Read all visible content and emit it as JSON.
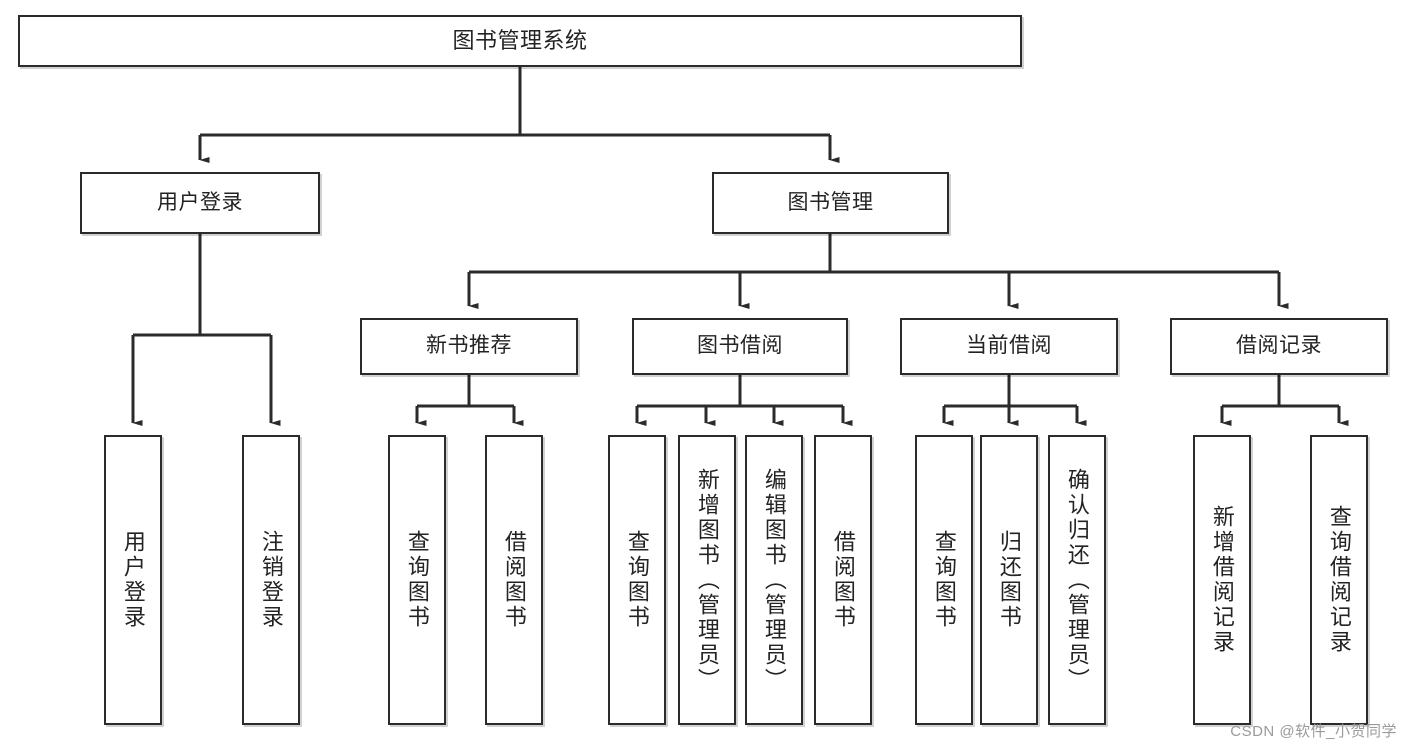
{
  "diagram": {
    "title": "图书管理系统",
    "root": {
      "label": "图书管理系统"
    },
    "level1": [
      {
        "label": "用户登录"
      },
      {
        "label": "图书管理"
      }
    ],
    "level2": [
      {
        "label": "新书推荐"
      },
      {
        "label": "图书借阅"
      },
      {
        "label": "当前借阅"
      },
      {
        "label": "借阅记录"
      }
    ],
    "leaves": {
      "user_login": [
        {
          "label": "用户登录"
        },
        {
          "label": "注销登录"
        }
      ],
      "new_book_recommend": [
        {
          "label": "查询图书"
        },
        {
          "label": "借阅图书"
        }
      ],
      "book_borrow": [
        {
          "label": "查询图书"
        },
        {
          "label": "新增图书（管理员）"
        },
        {
          "label": "编辑图书（管理员）"
        },
        {
          "label": "借阅图书"
        }
      ],
      "current_borrow": [
        {
          "label": "查询图书"
        },
        {
          "label": "归还图书"
        },
        {
          "label": "确认归还（管理员）"
        }
      ],
      "borrow_record": [
        {
          "label": "新增借阅记录"
        },
        {
          "label": "查询借阅记录"
        }
      ]
    },
    "watermark": "CSDN @软件_小贺同学",
    "colors": {
      "border": "#2b2b2b",
      "text": "#232323",
      "background": "#ffffff",
      "connector": "#2b2b2b",
      "watermark": "#9a9a9a"
    }
  }
}
